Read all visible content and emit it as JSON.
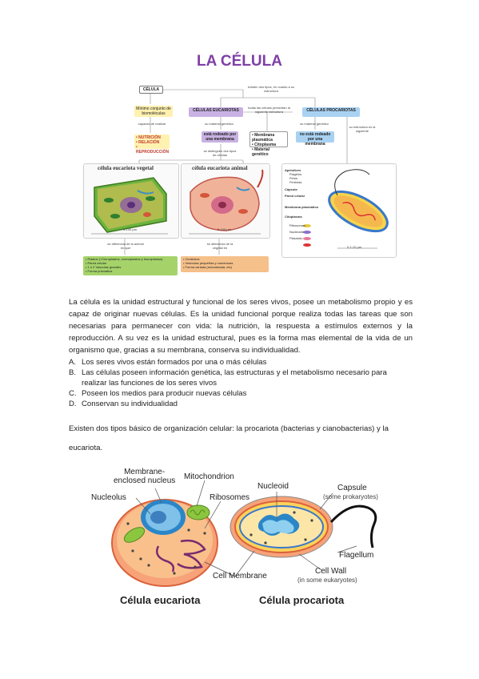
{
  "title": "LA CÉLULA",
  "concept_map": {
    "root": "CÉLULA",
    "root_note": "existen dos tipos, en cuanto a su estructura",
    "left_box": "Mínimo conjunto de biomoléculas",
    "left_note": "capaces de realizar",
    "functions": [
      "• NUTRICIÓN",
      "• RELACIÓN",
      "• REPRODUCCIÓN"
    ],
    "euk": "CÉLULAS EUCARIOTAS",
    "prok": "CÉLULAS PROCARIOTAS",
    "middle_note": "todas las células presentan la siguiente estructura",
    "middle_items": [
      "• Membrana plasmática",
      "• Citoplasma",
      "• Material genético"
    ],
    "euk_note": "su material genético",
    "euk_box": "está rodeado por una membrana",
    "prok_note": "su material genético",
    "prok_box": "no está rodeado por una membrana",
    "prok_side_note": "su estructura es la siguiente",
    "euk_types_note": "se distinguen dos tipos de células",
    "veg_title": "célula eucariota vegetal",
    "ani_title": "célula eucariota animal",
    "veg_scale": "5-100 µm",
    "ani_scale": "5-100 µm",
    "prok_scale": "0,1-10 µm",
    "veg_diff_note": "se diferencia de la animal en que",
    "ani_diff_note": "se diferencia de la vegetal en",
    "veg_list": [
      "• Plastos (+Cloroplastos, cromoplastos y leucoplastos)",
      "• Pared celular",
      "• 1 ó 2 Vacuolas grandes",
      "• Forma prismática"
    ],
    "ani_list": [
      "• Centriolos",
      "• Vesículas pequeñas y numerosas",
      "• Forma variada (redondeada, etc)"
    ],
    "prok_labels": [
      "Apéndices",
      "Flagelos",
      "Pelos",
      "Fimbrias",
      "Cápsula",
      "Pared celular",
      "Membrana plasmática",
      "Citoplasma",
      "Ribosomas",
      "Nucleoide",
      "Plásmido"
    ]
  },
  "paragraph1": "La célula es la unidad estructural y funcional de los seres vivos, posee un metabolismo propio y es capaz de originar nuevas células. Es la unidad funcional porque realiza todas las tareas que son necesarias para permanecer con vida: la nutrición, la respuesta a estímulos externos y la reproducción. A su vez es la unidad estructural, pues es la forma mas elemental de la vida de un organismo que, gracias a su membrana, conserva su individualidad.",
  "list": [
    {
      "marker": "A.",
      "text": "Los seres vivos están formados por una o más células"
    },
    {
      "marker": "B.",
      "text": "Las células poseen información genética, las estructuras y el metabolismo necesario para realizar las funciones de los seres vivos"
    },
    {
      "marker": "C.",
      "text": "Poseen los medios para producir nuevas células"
    },
    {
      "marker": "D.",
      "text": "Conservan su individualidad"
    }
  ],
  "paragraph2": "Existen dos tipos básico de organización celular: la procariota (bacterias y cianobacterias) y la eucariota.",
  "diagram": {
    "membrane_nucleus": "Membrane-\nenclosed nucleus",
    "mitochondrion": "Mitochondrion",
    "nucleolus": "Nucleolus",
    "ribosomes": "Ribosomes",
    "nucleoid": "Nucleoid",
    "capsule": "Capsule",
    "capsule_note": "(some prokaryotes)",
    "flagellum": "Flagellum",
    "cell_membrane": "Cell Membrane",
    "cell_wall": "Cell Wall",
    "cell_wall_note": "(in some eukaryotes)",
    "euk_title": "Célula eucariota",
    "prok_title": "Célula procariota"
  },
  "colors": {
    "title": "#7e3fa6",
    "euk_box": "#c9b2e3",
    "prok_box": "#a9d2f2",
    "yellow_box": "#fff1b0",
    "green_box": "#a5d36a",
    "orange_box": "#f5c08a"
  }
}
